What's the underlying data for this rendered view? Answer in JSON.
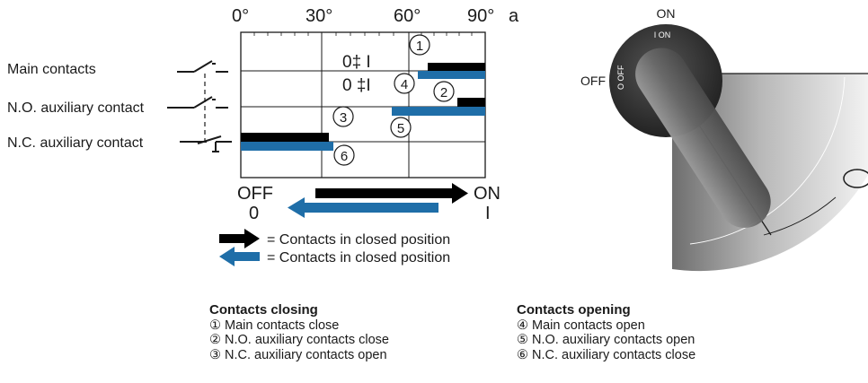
{
  "angles": {
    "a0": "0°",
    "a30": "30°",
    "a60": "60°",
    "a90": "90°",
    "unit": "a"
  },
  "contacts": {
    "main": "Main contacts",
    "no_aux": "N.O. auxiliary contact",
    "nc_aux": "N.C. auxiliary contact"
  },
  "diagram_text": {
    "hyst_top": "0‡  I",
    "hyst_bottom": "0  ‡I",
    "m1": "1",
    "m2": "2",
    "m3": "3",
    "m4": "4",
    "m5": "5",
    "m6": "6"
  },
  "positions": {
    "off_label": "OFF",
    "off_value": "0",
    "on_label": "ON",
    "on_value": "I"
  },
  "legend": {
    "black_text": "= Contacts in closed position",
    "blue_text": "= Contacts in closed position"
  },
  "switch": {
    "on_label": "ON",
    "off_label": "OFF",
    "knob_on": "I ON",
    "knob_off": "O OFF"
  },
  "closing": {
    "title": "Contacts closing",
    "items": [
      "① Main contacts close",
      "② N.O. auxiliary contacts close",
      "③ N.C. auxiliary contacts open"
    ]
  },
  "opening": {
    "title": "Contacts opening",
    "items": [
      "④ Main contacts open",
      "⑤ N.O. auxiliary contacts open",
      "⑥ N.C. auxiliary contacts close"
    ]
  },
  "colors": {
    "black_bar": "#000000",
    "blue_bar": "#1f6ea8",
    "knob": "#3c3c3c"
  }
}
